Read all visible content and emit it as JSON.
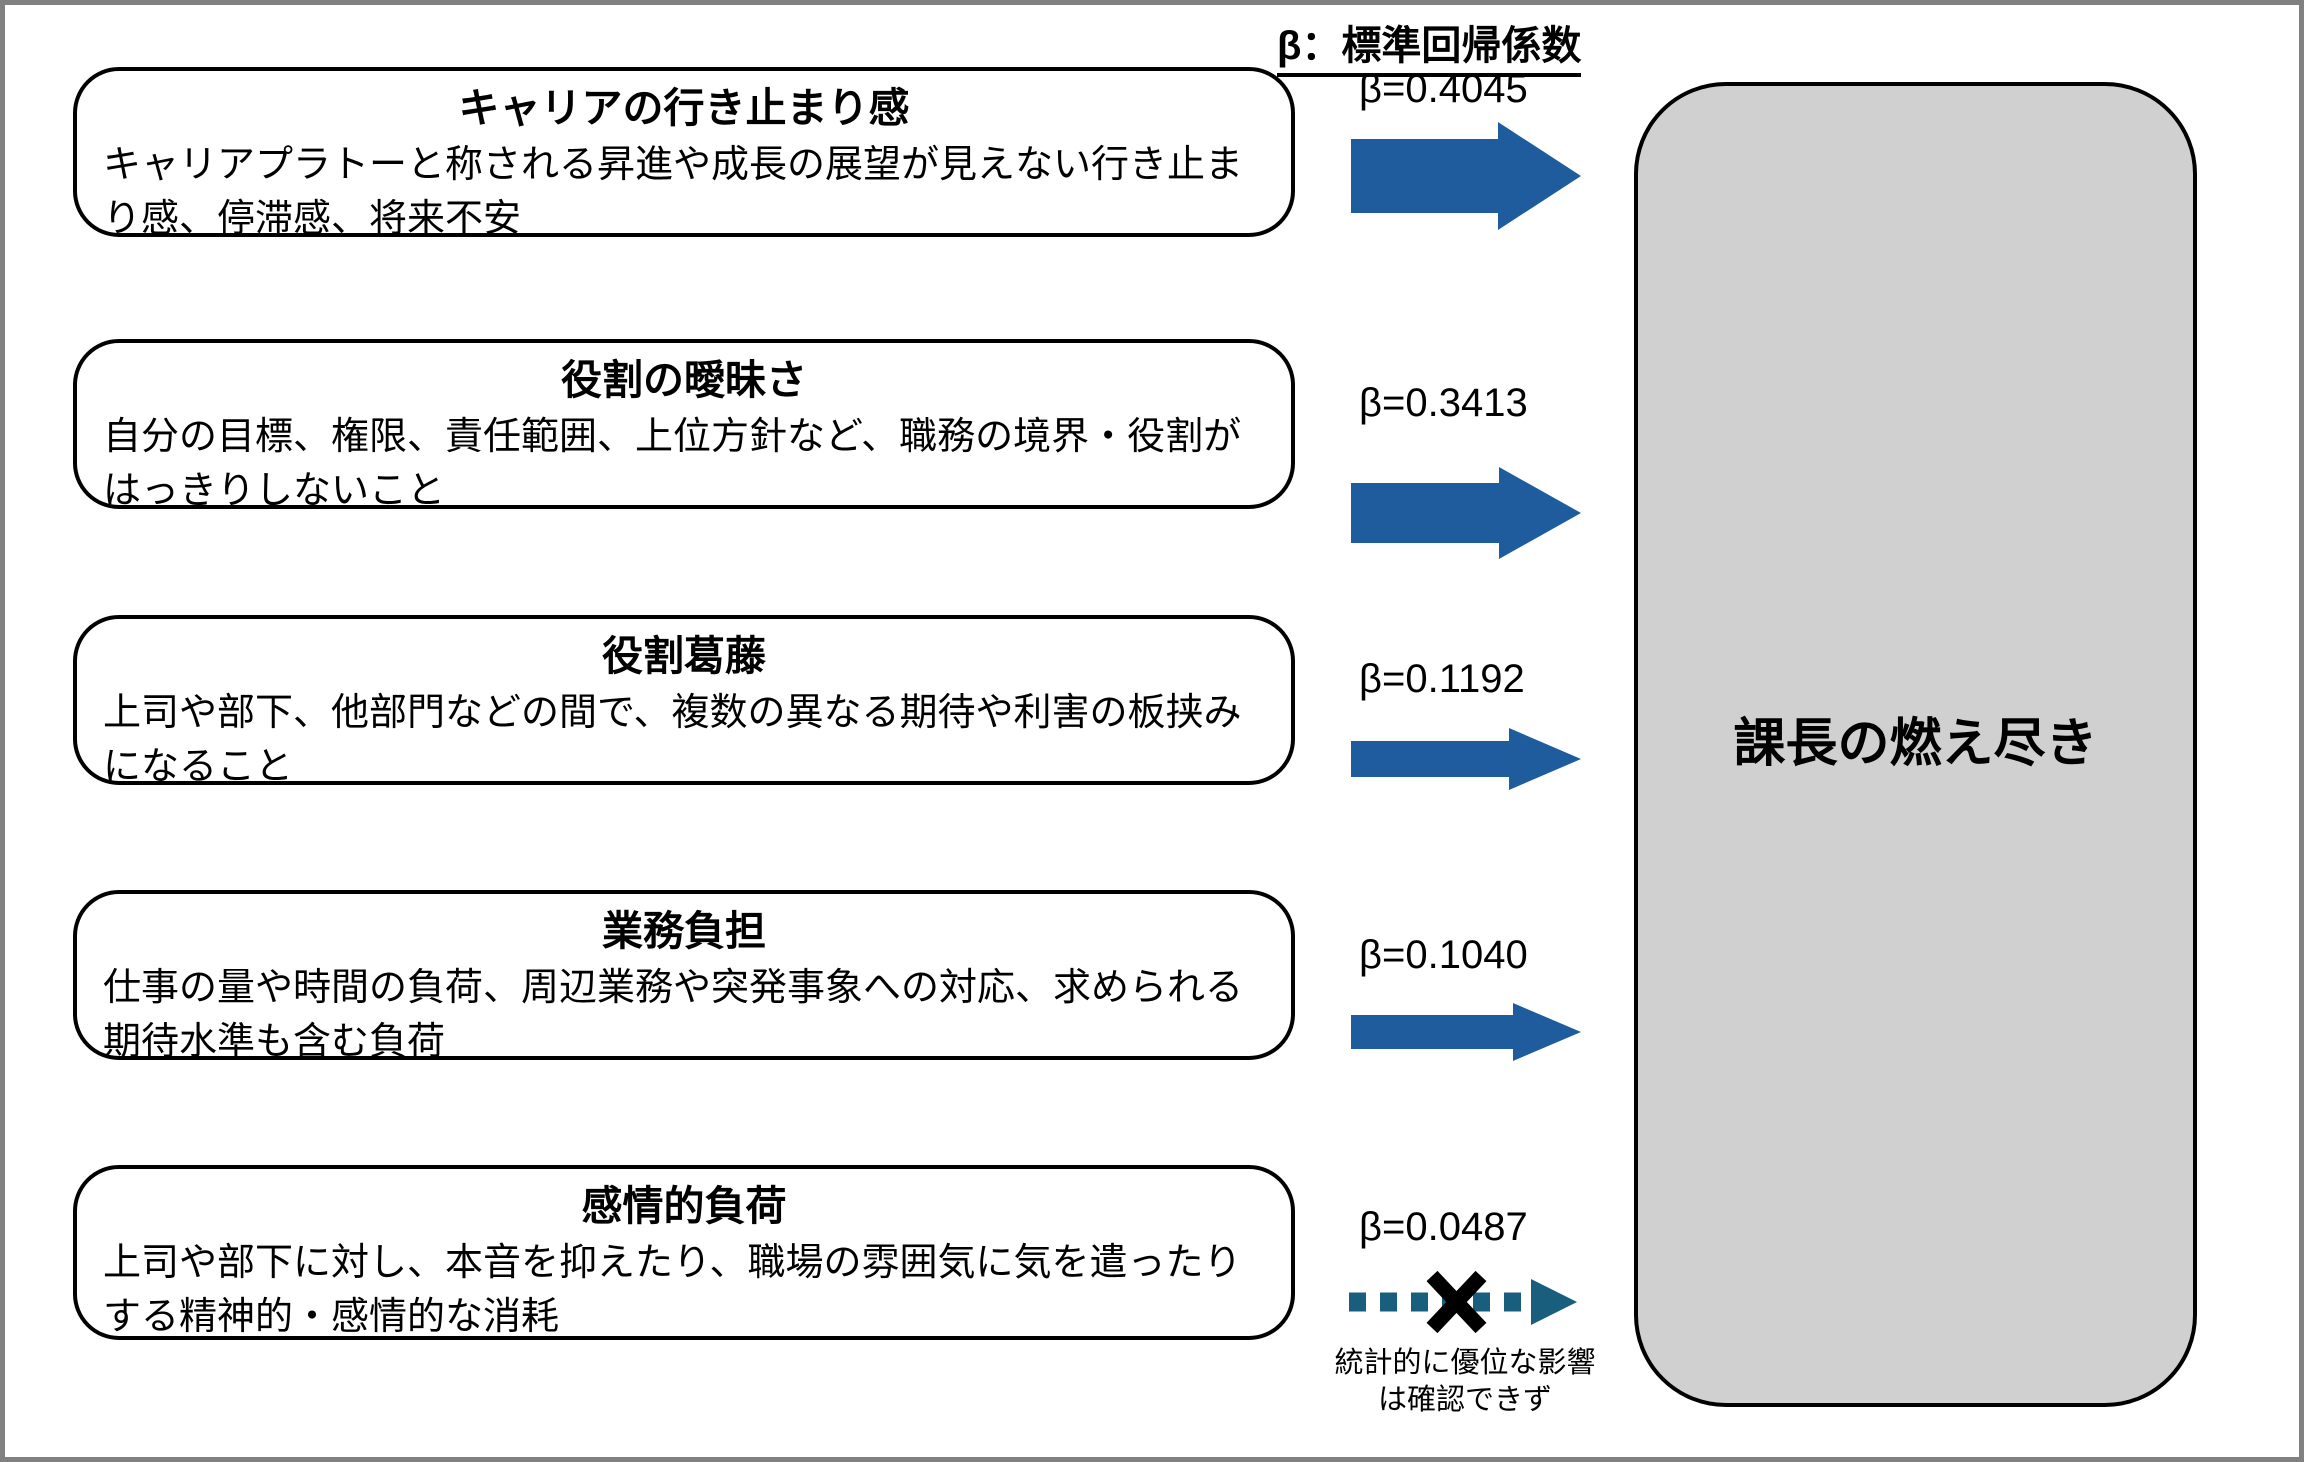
{
  "legend": {
    "title": "β：標準回帰係数"
  },
  "factors": [
    {
      "title": "キャリアの行き止まり感",
      "description": "キャリアプラトーと称される昇進や成長の展望が見えない行き止まり感、停滞感、将来不安",
      "beta_label": "β=0.4045",
      "beta_value": 0.4045,
      "significant": true
    },
    {
      "title": "役割の曖昧さ",
      "description": "自分の目標、権限、責任範囲、上位方針など、職務の境界・役割がはっきりしないこと",
      "beta_label": "β=0.3413",
      "beta_value": 0.3413,
      "significant": true
    },
    {
      "title": "役割葛藤",
      "description": "上司や部下、他部門などの間で、複数の異なる期待や利害の板挟みになること",
      "beta_label": "β=0.1192",
      "beta_value": 0.1192,
      "significant": true
    },
    {
      "title": "業務負担",
      "description": "仕事の量や時間の負荷、周辺業務や突発事象への対応、求められる期待水準も含む負荷",
      "beta_label": "β=0.1040",
      "beta_value": 0.104,
      "significant": true
    },
    {
      "title": "感情的負荷",
      "description": "上司や部下に対し、本音を抑えたり、職場の雰囲気に気を遣ったりする精神的・感情的な消耗",
      "beta_label": "β=0.0487",
      "beta_value": 0.0487,
      "significant": false,
      "note_line1": "統計的に優位な影響",
      "note_line2": "は確認できず"
    }
  ],
  "outcome": {
    "label": "課長の燃え尽き"
  },
  "colors": {
    "arrow_blue": "#1F5C9E",
    "dotted_teal": "#1A5E7E",
    "cross_black": "#000000",
    "outcome_fill": "#D0D0D0",
    "frame_gray": "#808080",
    "box_border": "#000000"
  },
  "chart_data": {
    "type": "diagram",
    "title": "β：標準回帰係数",
    "target": "課長の燃え尽き",
    "categories": [
      "キャリアの行き止まり感",
      "役割の曖昧さ",
      "役割葛藤",
      "業務負担",
      "感情的負荷"
    ],
    "values": [
      0.4045,
      0.3413,
      0.1192,
      0.104,
      0.0487
    ],
    "significance": [
      true,
      true,
      true,
      true,
      false
    ],
    "ylabel": "標準回帰係数 β"
  }
}
